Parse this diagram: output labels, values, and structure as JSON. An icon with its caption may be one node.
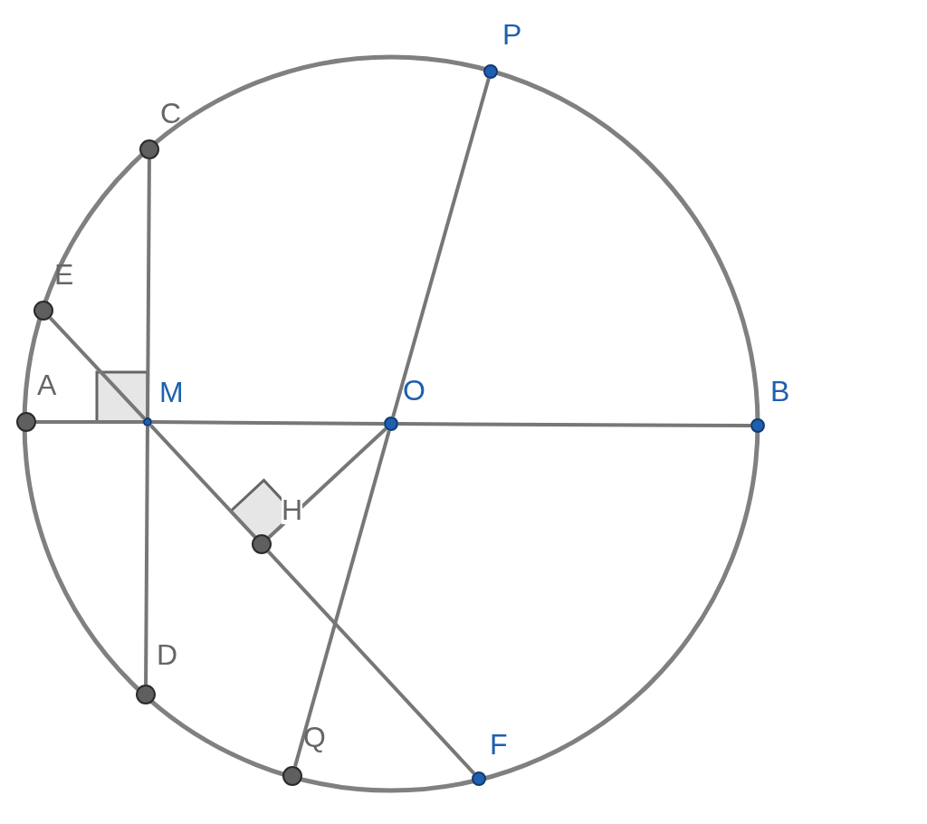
{
  "diagram": {
    "nodes": [
      {
        "text": [
          "P"
        ]
      },
      {
        "text": [
          "C"
        ]
      },
      {
        "text": [
          "E"
        ]
      },
      {
        "text": [
          "A"
        ]
      },
      {
        "text": [
          "M"
        ]
      },
      {
        "text": [
          "O"
        ]
      },
      {
        "text": [
          "B"
        ]
      },
      {
        "text": [
          "H"
        ]
      },
      {
        "text": [
          "D"
        ]
      },
      {
        "text": [
          "Q"
        ]
      },
      {
        "text": [
          "F"
        ]
      }
    ],
    "edges": [
      {
        "from": 3,
        "to": 4,
        "arrow": "none"
      },
      {
        "from": 4,
        "to": 5,
        "arrow": "none"
      },
      {
        "from": 5,
        "to": 6,
        "arrow": "none"
      },
      {
        "from": 1,
        "to": 4,
        "arrow": "none"
      },
      {
        "from": 4,
        "to": 8,
        "arrow": "none"
      },
      {
        "from": 2,
        "to": 4,
        "arrow": "none"
      },
      {
        "from": 4,
        "to": 7,
        "arrow": "none"
      },
      {
        "from": 7,
        "to": 10,
        "arrow": "none"
      },
      {
        "from": 5,
        "to": 7,
        "arrow": "none"
      },
      {
        "from": 0,
        "to": 5,
        "arrow": "none"
      },
      {
        "from": 5,
        "to": 9,
        "arrow": "none"
      }
    ]
  }
}
